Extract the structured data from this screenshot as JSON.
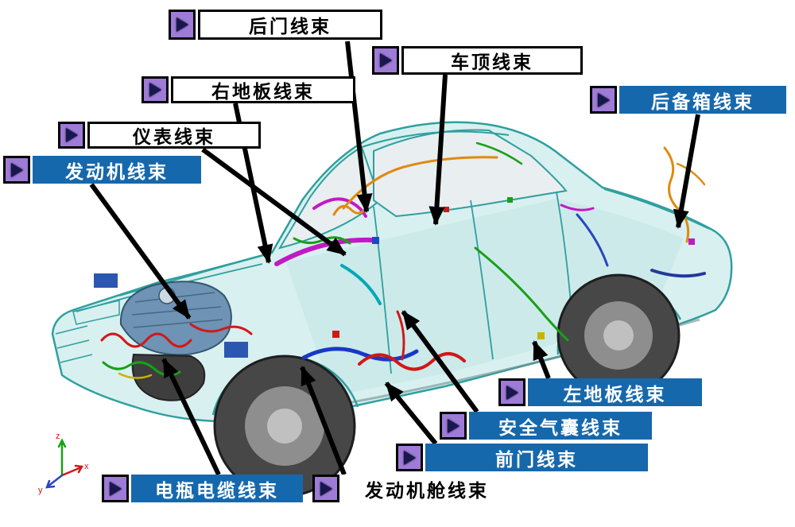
{
  "diagram": {
    "kind": "car-wiring-harness-location-diagram",
    "colors": {
      "label_blue": "#1668ad",
      "icon_purple": "#9e7bd6",
      "arrow_black": "#000000",
      "car_body_teal": "#d8f0ef"
    },
    "icon": {
      "name": "play-triangle-icon",
      "shape": "right-pointing-triangle-in-purple-square"
    }
  },
  "labels": [
    {
      "id": "rear-door",
      "text": "后门线束",
      "style": "white"
    },
    {
      "id": "roof",
      "text": "车顶线束",
      "style": "white"
    },
    {
      "id": "right-floor",
      "text": "右地板线束",
      "style": "white"
    },
    {
      "id": "instrument",
      "text": "仪表线束",
      "style": "white"
    },
    {
      "id": "engine",
      "text": "发动机线束",
      "style": "blue"
    },
    {
      "id": "trunk",
      "text": "后备箱线束",
      "style": "blue"
    },
    {
      "id": "left-floor",
      "text": "左地板线束",
      "style": "blue"
    },
    {
      "id": "airbag",
      "text": "安全气囊线束",
      "style": "blue"
    },
    {
      "id": "front-door",
      "text": "前门线束",
      "style": "blue"
    },
    {
      "id": "battery",
      "text": "电瓶电缆线束",
      "style": "blue"
    },
    {
      "id": "engine-bay",
      "text": "发动机舱线束",
      "style": "plain"
    }
  ],
  "axis": {
    "x": "x",
    "y": "y",
    "z": "z"
  }
}
